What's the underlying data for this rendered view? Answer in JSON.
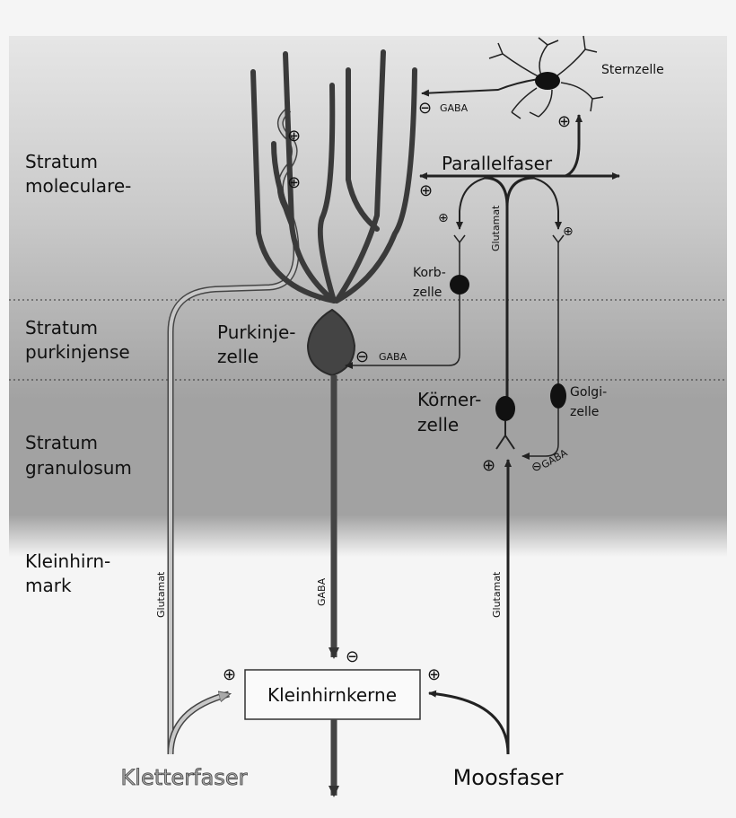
{
  "layers": [
    {
      "line1": "Stratum",
      "line2": "moleculare-"
    },
    {
      "line1": "Stratum",
      "line2": "purkinjense"
    },
    {
      "line1": "Stratum",
      "line2": "granulosum"
    },
    {
      "line1": "Kleinhirn-",
      "line2": "mark"
    }
  ],
  "cells": {
    "sternzelle": "Sternzelle",
    "parallelfaser": "Parallelfaser",
    "korbzelle_1": "Korb-",
    "korbzelle_2": "zelle",
    "purkinje_1": "Purkinje-",
    "purkinje_2": "zelle",
    "koerner_1": "Körner-",
    "koerner_2": "zelle",
    "golgi_1": "Golgi-",
    "golgi_2": "zelle"
  },
  "transmitters": {
    "gaba": "GABA",
    "glutamat": "Glutamat"
  },
  "signs": {
    "plus": "⊕",
    "minus": "⊖"
  },
  "bottom": {
    "nuclei": "Kleinhirnkerne",
    "kletterfaser": "Kletterfaser",
    "moosfaser": "Moosfaser"
  }
}
